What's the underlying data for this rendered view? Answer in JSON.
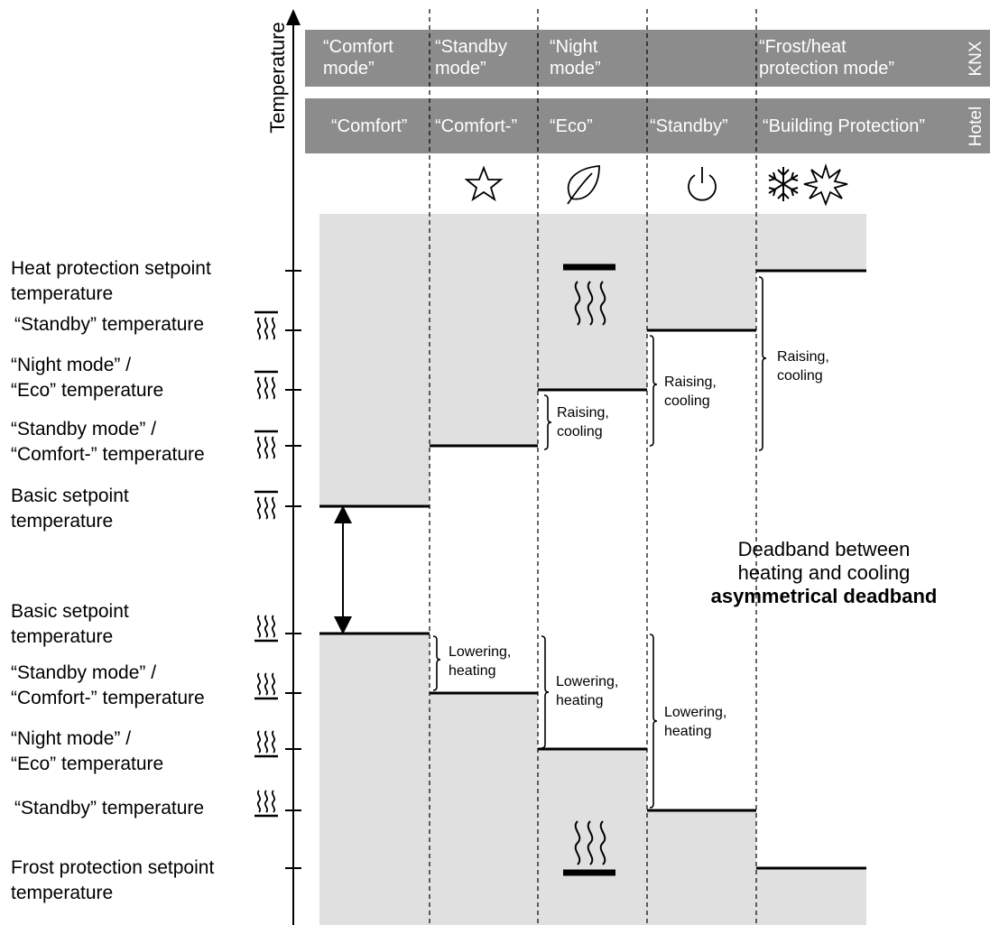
{
  "axis_label": "Temperature",
  "knx": {
    "row_label": "KNX",
    "modes": [
      [
        "“Comfort",
        "mode”"
      ],
      [
        "“Standby",
        "mode”"
      ],
      [
        "“Night",
        "mode”"
      ],
      [
        "",
        ""
      ],
      [
        "“Frost/heat",
        "protection mode”"
      ]
    ]
  },
  "hotel": {
    "row_label": "Hotel",
    "modes": [
      "“Comfort”",
      "“Comfort-”",
      "“Eco”",
      "“Standby”",
      "“Building Protection”"
    ]
  },
  "mode_icons": [
    "",
    "star-icon",
    "leaf-icon",
    "power-icon",
    "snowflake-sun-icon"
  ],
  "setpoints": [
    {
      "lines": [
        "Heat protection setpoint",
        "temperature"
      ],
      "icon": ""
    },
    {
      "lines": [
        "“Standby” temperature"
      ],
      "icon": "cooling-icon"
    },
    {
      "lines": [
        "“Night mode” /",
        "“Eco” temperature"
      ],
      "icon": "cooling-icon"
    },
    {
      "lines": [
        "“Standby mode” /",
        "“Comfort-” temperature"
      ],
      "icon": "cooling-icon"
    },
    {
      "lines": [
        "Basic setpoint",
        "temperature"
      ],
      "icon": "cooling-icon"
    },
    {
      "lines": [
        "Basic setpoint",
        "temperature"
      ],
      "icon": "heating-icon"
    },
    {
      "lines": [
        "“Standby mode” /",
        "“Comfort-” temperature"
      ],
      "icon": "heating-icon"
    },
    {
      "lines": [
        "“Night mode” /",
        "“Eco” temperature"
      ],
      "icon": "heating-icon"
    },
    {
      "lines": [
        "“Standby” temperature"
      ],
      "icon": "heating-icon"
    },
    {
      "lines": [
        "Frost protection setpoint",
        "temperature"
      ],
      "icon": ""
    }
  ],
  "brace_notes": {
    "cooling": [
      "Raising,",
      "cooling"
    ],
    "heating": [
      "Lowering,",
      "heating"
    ]
  },
  "deadband": {
    "line1": "Deadband between",
    "line2": "heating and cooling",
    "line3": "asymmetrical deadband"
  },
  "colors": {
    "header_bar": "#8c8c8c",
    "region_fill": "#e0e0e0",
    "line": "#000000"
  }
}
